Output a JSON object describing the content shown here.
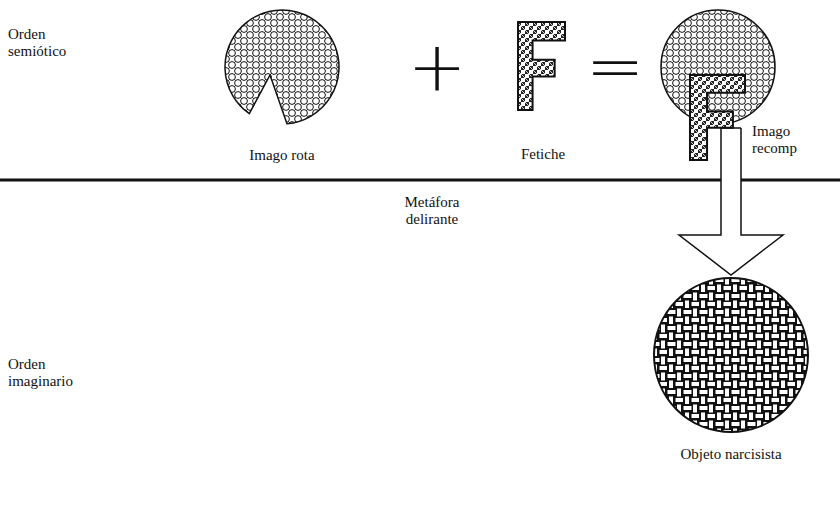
{
  "diagram": {
    "nodes": [
      {
        "text": [
          "Imago rota"
        ]
      },
      {
        "text": [
          "Fetiche"
        ]
      },
      {
        "text": [
          "Imago recomp"
        ]
      },
      {
        "text": [
          "Objeto narcisista"
        ]
      }
    ],
    "edges": [
      {
        "from": 2,
        "to": 3,
        "arrow": "to"
      }
    ],
    "labels": [
      "Orden semiótico",
      "+",
      "=",
      "Metáfora delirante",
      "Orden imaginario"
    ]
  }
}
